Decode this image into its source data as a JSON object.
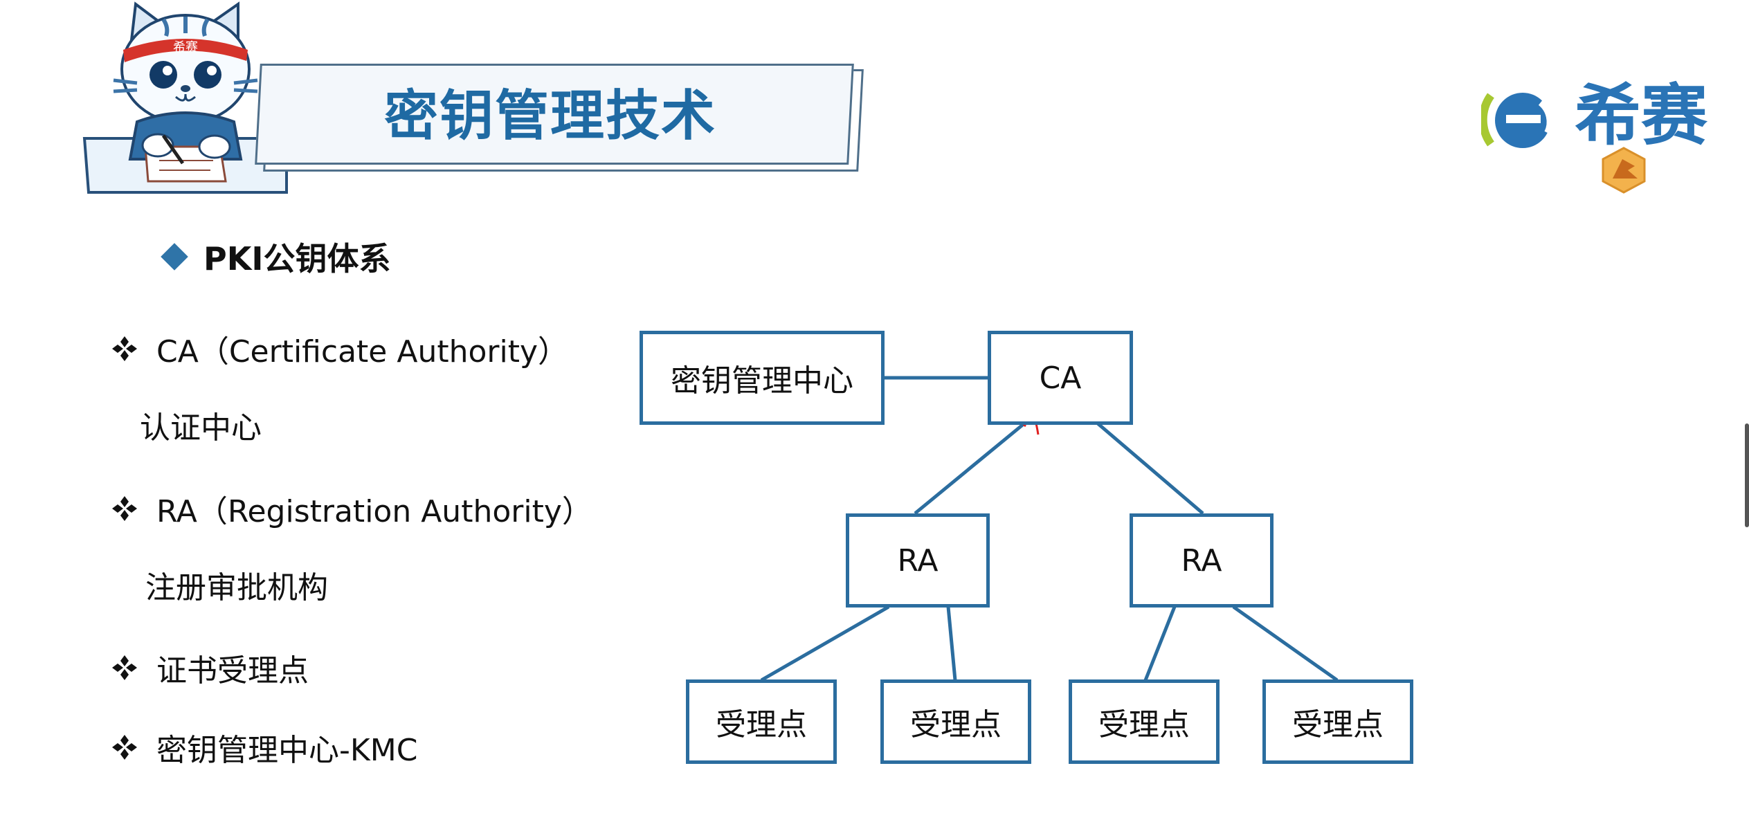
{
  "slide": {
    "title": "密钥管理技术",
    "mascot_band_text": "希赛"
  },
  "brand": {
    "name": "希赛",
    "colors": {
      "blue": "#2a74b6",
      "green": "#a7c832",
      "orange": "#f3b24c"
    }
  },
  "heading": {
    "text": "PKI公钥体系",
    "icon": "diamond-bullet-icon"
  },
  "bullets": [
    {
      "text": "CA（Certificate Authority）",
      "sub": "认证中心"
    },
    {
      "text": "RA（Registration Authority）",
      "sub": "注册审批机构"
    },
    {
      "text": "证书受理点",
      "sub": ""
    },
    {
      "text": "密钥管理中心-KMC",
      "sub": ""
    }
  ],
  "diagram": {
    "border_color": "#2b6d9f",
    "kmc": "密钥管理中心",
    "ca": "CA",
    "ra_left": "RA",
    "ra_right": "RA",
    "points": [
      "受理点",
      "受理点",
      "受理点",
      "受理点"
    ],
    "annotation_color": "#e02020"
  }
}
